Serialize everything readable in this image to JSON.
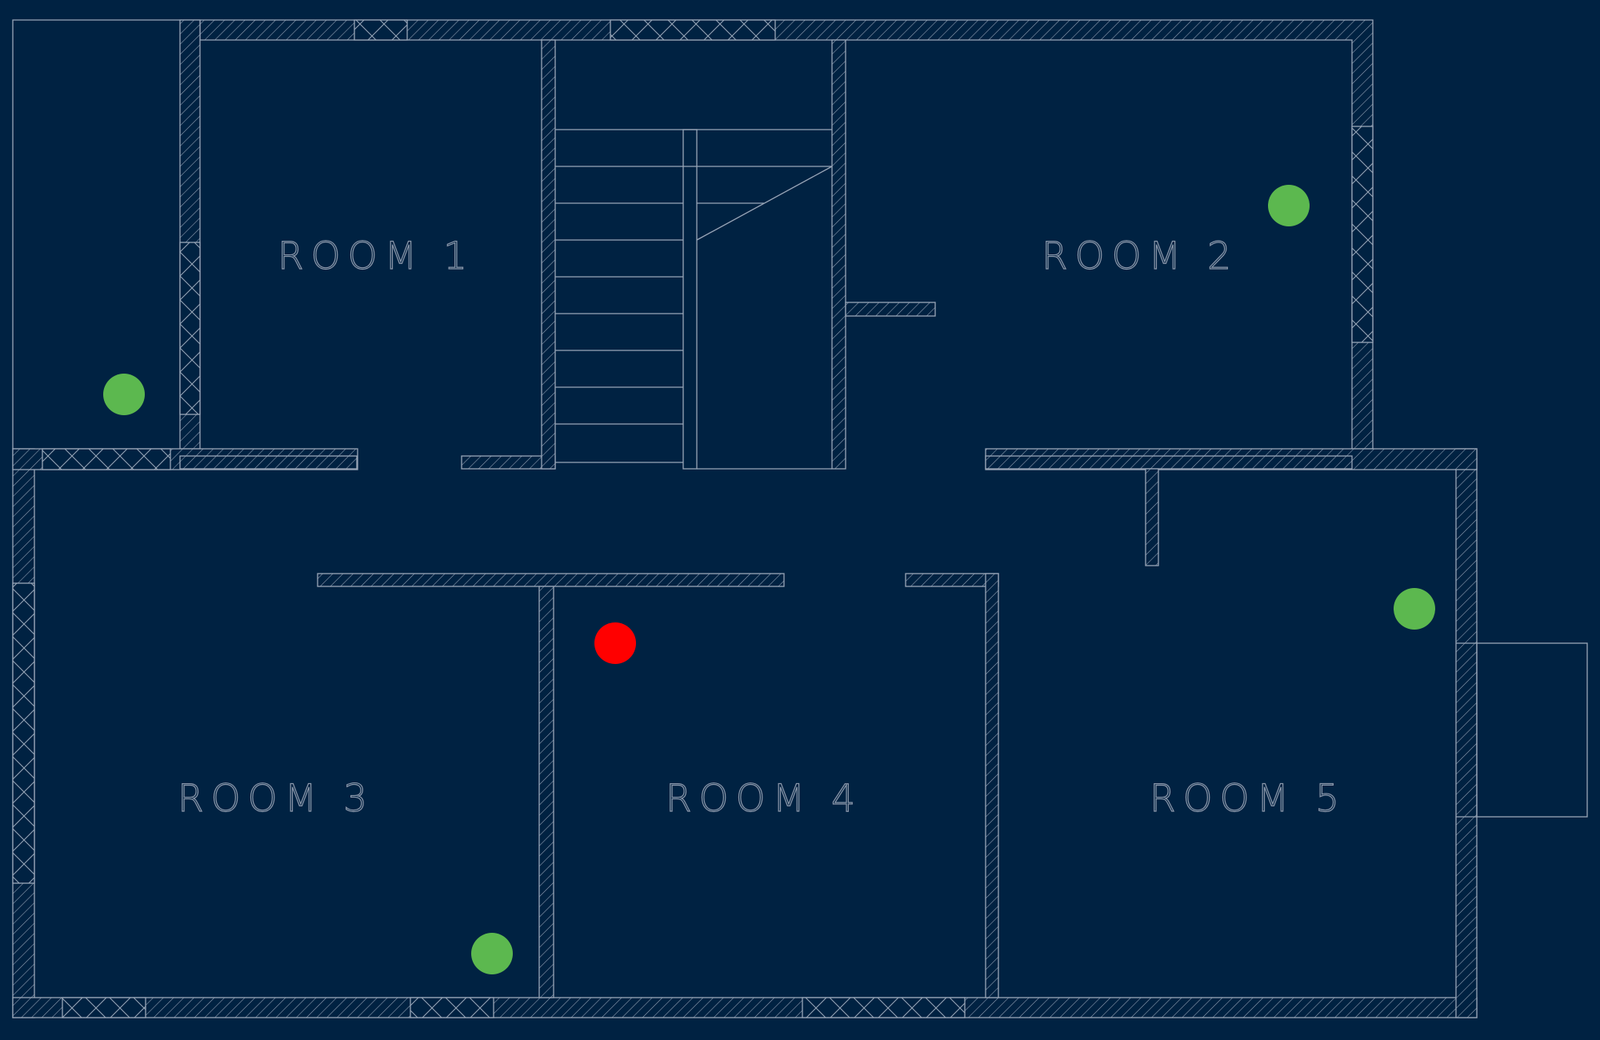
{
  "rooms": [
    {
      "label": "ROOM 1"
    },
    {
      "label": "ROOM 2"
    },
    {
      "label": "ROOM 3"
    },
    {
      "label": "ROOM 4"
    },
    {
      "label": "ROOM 5"
    }
  ],
  "markers": [
    {
      "id": "green-top-left",
      "status": "ok",
      "color": "#5cb84f"
    },
    {
      "id": "green-room-2",
      "status": "ok",
      "color": "#5cb84f"
    },
    {
      "id": "green-room-5",
      "status": "ok",
      "color": "#5cb84f"
    },
    {
      "id": "green-room-3",
      "status": "ok",
      "color": "#5cb84f"
    },
    {
      "id": "red-room-4",
      "status": "alert",
      "color": "#ff0000"
    }
  ],
  "colors": {
    "background": "#002242",
    "lines": "#9aa6b8",
    "ok": "#5cb84f",
    "alert": "#ff0000"
  }
}
